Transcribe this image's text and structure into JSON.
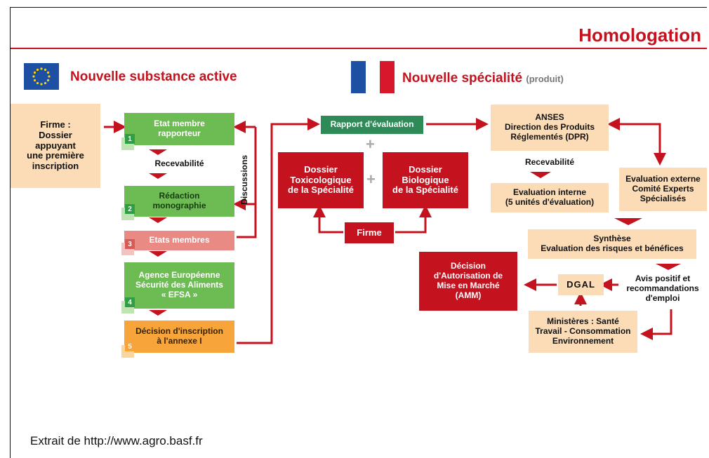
{
  "title": "Homologation",
  "eu_header": "Nouvelle substance active",
  "fr_header": "Nouvelle spécialité",
  "fr_header_note": "(produit)",
  "boxes": {
    "firme_dossier": "Firme :\nDossier\nappuyant\nune première\ninscription",
    "etat_membre": "Etat membre\nrapporteur",
    "recevabilite_eu": "Recevabilité",
    "redaction": "Rédaction\nmonographie",
    "etats_membres": "Etats membres",
    "efsa": "Agence Européenne\nSécurité des Aliments\n« EFSA »",
    "decision_inscription": "Décision d'inscription\nà l'annexe I",
    "discussions": "Discussions",
    "rapport": "Rapport d'évaluation",
    "dossier_toxico": "Dossier\nToxicologique\nde la Spécialité",
    "dossier_bio": "Dossier\nBiologique\nde la Spécialité",
    "firme": "Firme",
    "anses": "ANSES\nDirection des Produits\nRéglementés (DPR)",
    "recevabilite_fr": "Recevabilité",
    "eval_interne": "Evaluation interne\n(5 unités d'évaluation)",
    "eval_externe": "Evaluation externe\nComité Experts\nSpécialisés",
    "synthese": "Synthèse\nEvaluation des risques et bénéfices",
    "avis": "Avis positif et\nrecommandations\nd'emploi",
    "dgal": "DGAL",
    "decision_amm": "Décision\nd'Autorisation de\nMise en Marché\n(AMM)",
    "ministeres": "Ministères : Santé\nTravail - Consommation\nEnvironnement"
  },
  "steps": [
    "1",
    "2",
    "3",
    "4",
    "5"
  ],
  "plus_sign": "+",
  "footer": "Extrait de http://www.agro.basf.fr",
  "colors": {
    "brand_red": "#c4121e",
    "peach": "#fbdcb6",
    "green": "#6dbb53",
    "pink": "#ea8a85",
    "orange": "#f7a43b",
    "dark_green": "#2e8b57"
  },
  "icons": [
    "eu-flag-icon",
    "france-flag-icon"
  ]
}
